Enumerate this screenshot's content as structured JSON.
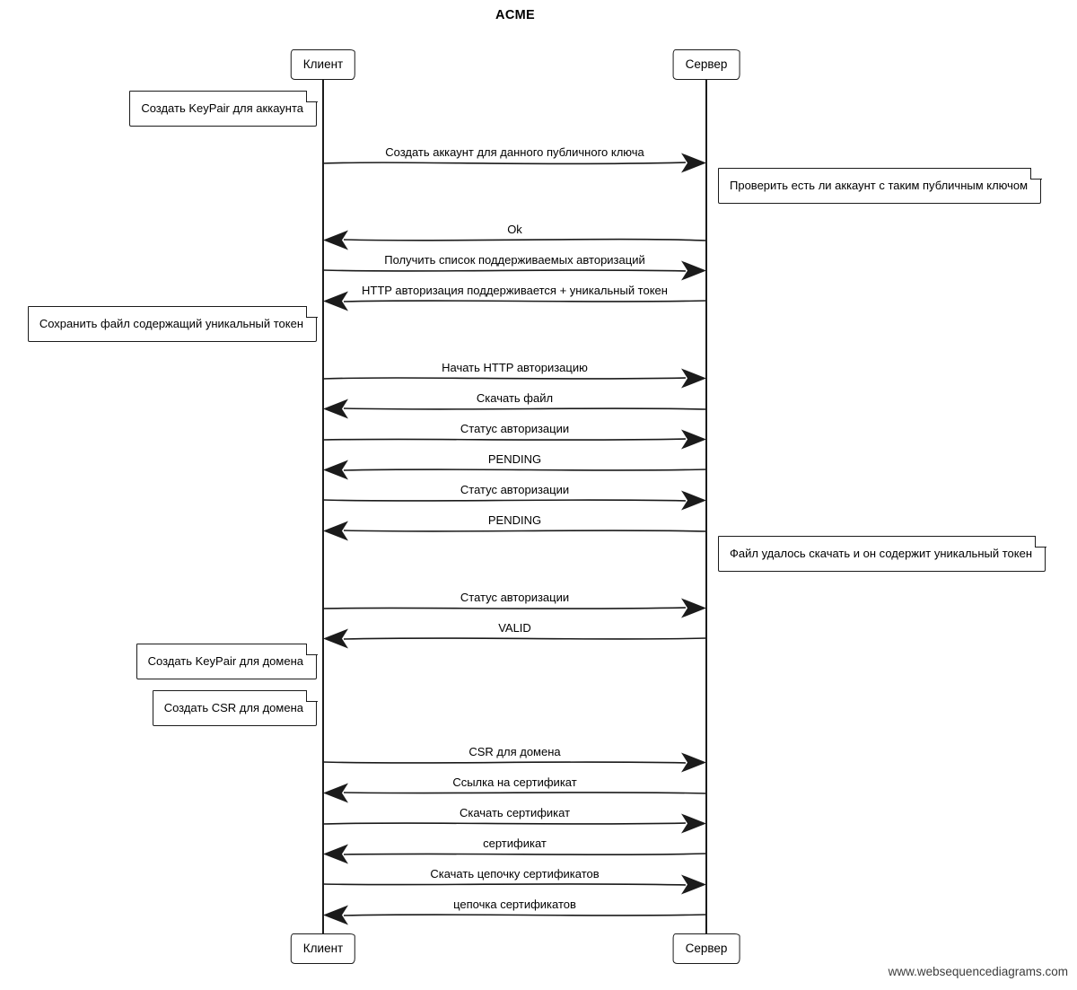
{
  "title": "ACME",
  "watermark": "www.websequencediagrams.com",
  "actors": [
    {
      "name": "Клиент"
    },
    {
      "name": "Сервер"
    }
  ],
  "colors": {
    "line": "#1b1b1b",
    "background": "#ffffff",
    "text": "#000000"
  },
  "diagram": {
    "type": "sequence",
    "events": [
      {
        "kind": "note",
        "side": "left-of-client",
        "text": "Создать KeyPair для аккаунта"
      },
      {
        "kind": "message",
        "from": "Клиент",
        "to": "Сервер",
        "direction": "right",
        "text": "Создать аккаунт для данного публичного ключа"
      },
      {
        "kind": "note",
        "side": "right-of-server",
        "text": "Проверить есть ли аккаунт с таким публичным ключом"
      },
      {
        "kind": "message",
        "from": "Сервер",
        "to": "Клиент",
        "direction": "left",
        "text": "Ok"
      },
      {
        "kind": "message",
        "from": "Клиент",
        "to": "Сервер",
        "direction": "right",
        "text": "Получить список поддерживаемых авторизаций"
      },
      {
        "kind": "message",
        "from": "Сервер",
        "to": "Клиент",
        "direction": "left",
        "text": "HTTP авторизация поддерживается + уникальный токен"
      },
      {
        "kind": "note",
        "side": "left-of-client",
        "text": "Сохранить файл содержащий уникальный токен"
      },
      {
        "kind": "message",
        "from": "Клиент",
        "to": "Сервер",
        "direction": "right",
        "text": "Начать HTTP авторизацию"
      },
      {
        "kind": "message",
        "from": "Сервер",
        "to": "Клиент",
        "direction": "left",
        "text": "Скачать файл"
      },
      {
        "kind": "message",
        "from": "Клиент",
        "to": "Сервер",
        "direction": "right",
        "text": "Статус авторизации"
      },
      {
        "kind": "message",
        "from": "Сервер",
        "to": "Клиент",
        "direction": "left",
        "text": "PENDING"
      },
      {
        "kind": "message",
        "from": "Клиент",
        "to": "Сервер",
        "direction": "right",
        "text": "Статус авторизации"
      },
      {
        "kind": "message",
        "from": "Сервер",
        "to": "Клиент",
        "direction": "left",
        "text": "PENDING"
      },
      {
        "kind": "note",
        "side": "right-of-server",
        "text": "Файл удалось скачать и он содержит уникальный токен"
      },
      {
        "kind": "message",
        "from": "Клиент",
        "to": "Сервер",
        "direction": "right",
        "text": "Статус авторизации"
      },
      {
        "kind": "message",
        "from": "Сервер",
        "to": "Клиент",
        "direction": "left",
        "text": "VALID"
      },
      {
        "kind": "note",
        "side": "left-of-client",
        "text": "Создать KeyPair для домена"
      },
      {
        "kind": "note",
        "side": "left-of-client",
        "text": "Создать CSR для домена"
      },
      {
        "kind": "message",
        "from": "Клиент",
        "to": "Сервер",
        "direction": "right",
        "text": "CSR для домена"
      },
      {
        "kind": "message",
        "from": "Сервер",
        "to": "Клиент",
        "direction": "left",
        "text": "Ссылка на сертификат"
      },
      {
        "kind": "message",
        "from": "Клиент",
        "to": "Сервер",
        "direction": "right",
        "text": "Скачать сертификат"
      },
      {
        "kind": "message",
        "from": "Сервер",
        "to": "Клиент",
        "direction": "left",
        "text": "сертификат"
      },
      {
        "kind": "message",
        "from": "Клиент",
        "to": "Сервер",
        "direction": "right",
        "text": "Скачать цепочку сертификатов"
      },
      {
        "kind": "message",
        "from": "Сервер",
        "to": "Клиент",
        "direction": "left",
        "text": "цепочка сертификатов"
      }
    ]
  }
}
